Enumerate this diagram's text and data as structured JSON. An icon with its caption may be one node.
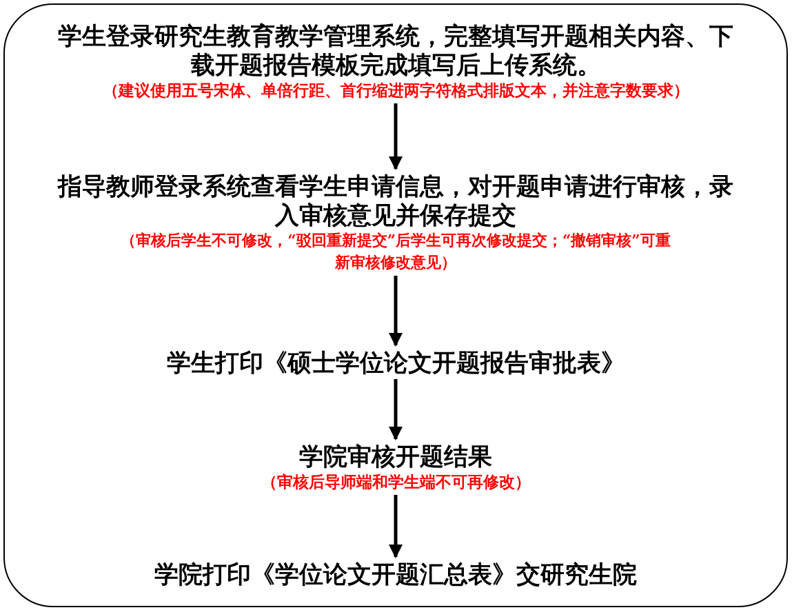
{
  "diagram": {
    "nodes": [
      {
        "text": [],
        "shape": "box"
      },
      {
        "text": [
          "学生登录研究生教育教学管理系统，完整填写开题相关内容、下载开题报告模板完成填写后上传系统。",
          "（建议使用五号宋体、单倍行距、首行缩进两字符格式排版文本，并注意字数要求）"
        ],
        "in": 0
      },
      {
        "text": [
          "指导教师登录系统查看学生申请信息，对开题申请进行审核，录入审核意见并保存提交",
          "（审核后学生不可修改，“驳回重新提交”后学生可再次修改提交；“撤销审核”可重新审核修改意见）"
        ],
        "in": 0
      },
      {
        "text": [
          "学生打印《硕士学位论文开题报告审批表》"
        ],
        "in": 0
      },
      {
        "text": [
          "学院审核开题结果",
          "（审核后导师端和学生端不可再修改）"
        ],
        "in": 0
      },
      {
        "text": [
          "学院打印《学位论文开题汇总表》交研究生院"
        ],
        "in": 0
      }
    ],
    "edges": [
      {
        "from": 1,
        "to": 2,
        "arrow": "to"
      },
      {
        "from": 2,
        "to": 3,
        "arrow": "to"
      },
      {
        "from": 3,
        "to": 4,
        "arrow": "to"
      },
      {
        "from": 4,
        "to": 5,
        "arrow": "to"
      }
    ]
  }
}
